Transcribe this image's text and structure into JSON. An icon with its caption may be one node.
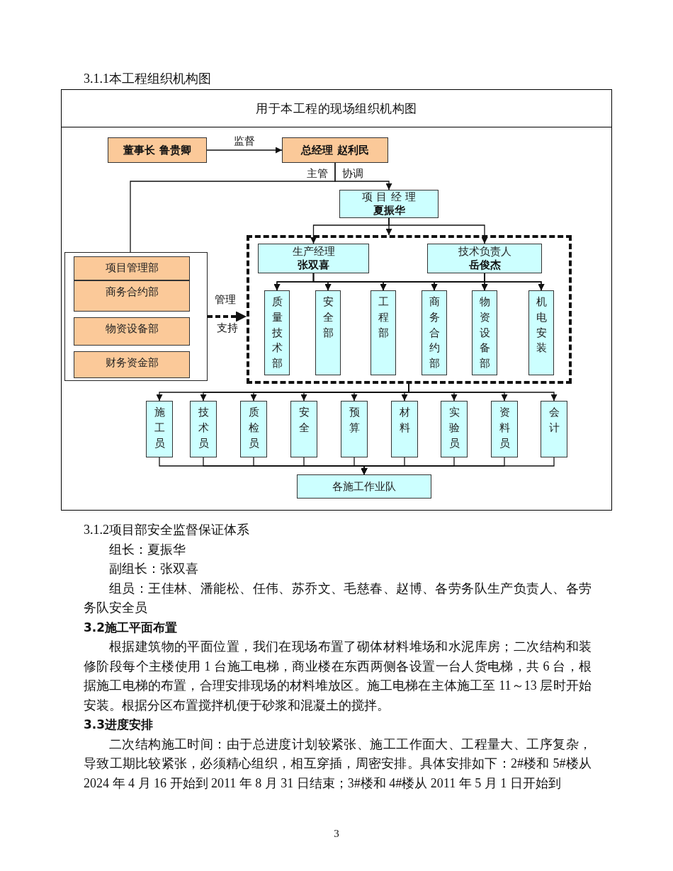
{
  "diagram": {
    "title": "用于本工程的现场组织机构图",
    "nodes": [
      {
        "text": [
          "董事长 鲁贵卿"
        ]
      },
      {
        "text": [
          "总经理 赵利民"
        ]
      },
      {
        "text": [
          "项目经理",
          "夏振华"
        ]
      },
      {
        "text": [],
        "shape": "box"
      },
      {
        "text": [
          "项目管理部"
        ],
        "in": 3
      },
      {
        "text": [
          "商务合约部"
        ],
        "in": 3
      },
      {
        "text": [
          "物资设备部"
        ],
        "in": 3
      },
      {
        "text": [
          "财务资金部"
        ],
        "in": 3
      },
      {
        "text": [],
        "shape": "box"
      },
      {
        "text": [
          "生产经理",
          "张双喜"
        ],
        "in": 8
      },
      {
        "text": [
          "技术负责人",
          "岳俊杰"
        ],
        "in": 8
      },
      {
        "text": [
          "质量技术部"
        ],
        "in": 8
      },
      {
        "text": [
          "安全部"
        ],
        "in": 8
      },
      {
        "text": [
          "工程部"
        ],
        "in": 8
      },
      {
        "text": [
          "商务合约部"
        ],
        "in": 8
      },
      {
        "text": [
          "物资设备部"
        ],
        "in": 8
      },
      {
        "text": [
          "机电安装"
        ],
        "in": 8
      },
      {
        "text": [
          "施工员"
        ]
      },
      {
        "text": [
          "技术员"
        ]
      },
      {
        "text": [
          "质检员"
        ]
      },
      {
        "text": [
          "安全"
        ]
      },
      {
        "text": [
          "预算"
        ]
      },
      {
        "text": [
          "材料"
        ]
      },
      {
        "text": [
          "实验员"
        ]
      },
      {
        "text": [
          "资料员"
        ]
      },
      {
        "text": [
          "会计"
        ]
      },
      {
        "text": [
          "各施工作业队"
        ]
      }
    ],
    "edges": [
      {
        "from": 0,
        "to": 1,
        "arrow": "to",
        "label": "监督"
      },
      {
        "from": 1,
        "to": 3,
        "arrow": "none",
        "label": "主管"
      },
      {
        "from": 1,
        "to": 2,
        "arrow": "to",
        "label": "协调"
      },
      {
        "from": 3,
        "to": 8,
        "arrow": "to",
        "label": "支持",
        "style": "dashed"
      },
      {
        "from": 2,
        "to": 9,
        "arrow": "to"
      },
      {
        "from": 2,
        "to": 10,
        "arrow": "to"
      },
      {
        "from": 2,
        "to": 8,
        "arrow": "to"
      },
      {
        "from": 9,
        "to": 11,
        "arrow": "to"
      },
      {
        "from": 9,
        "to": 12,
        "arrow": "to"
      },
      {
        "from": 9,
        "to": 13,
        "arrow": "to"
      },
      {
        "from": 9,
        "to": 14,
        "arrow": "to"
      },
      {
        "from": 9,
        "to": 15,
        "arrow": "to"
      },
      {
        "from": 9,
        "to": 16,
        "arrow": "to"
      },
      {
        "from": 10,
        "to": 11,
        "arrow": "to"
      },
      {
        "from": 10,
        "to": 12,
        "arrow": "to"
      },
      {
        "from": 10,
        "to": 13,
        "arrow": "to"
      },
      {
        "from": 10,
        "to": 14,
        "arrow": "to"
      },
      {
        "from": 10,
        "to": 15,
        "arrow": "to"
      },
      {
        "from": 10,
        "to": 16,
        "arrow": "to"
      },
      {
        "from": 8,
        "to": 17,
        "arrow": "to"
      },
      {
        "from": 8,
        "to": 18,
        "arrow": "to"
      },
      {
        "from": 8,
        "to": 19,
        "arrow": "to"
      },
      {
        "from": 8,
        "to": 20,
        "arrow": "to"
      },
      {
        "from": 8,
        "to": 21,
        "arrow": "to"
      },
      {
        "from": 8,
        "to": 22,
        "arrow": "to"
      },
      {
        "from": 8,
        "to": 23,
        "arrow": "to"
      },
      {
        "from": 8,
        "to": 24,
        "arrow": "to"
      },
      {
        "from": 8,
        "to": 25,
        "arrow": "to"
      },
      {
        "from": 17,
        "to": 26,
        "arrow": "to"
      },
      {
        "from": 18,
        "to": 26,
        "arrow": "to"
      },
      {
        "from": 19,
        "to": 26,
        "arrow": "to"
      },
      {
        "from": 20,
        "to": 26,
        "arrow": "to"
      },
      {
        "from": 21,
        "to": 26,
        "arrow": "to"
      },
      {
        "from": 22,
        "to": 26,
        "arrow": "to"
      },
      {
        "from": 23,
        "to": 26,
        "arrow": "to"
      },
      {
        "from": 24,
        "to": 26,
        "arrow": "to"
      },
      {
        "from": 25,
        "to": 26,
        "arrow": "to"
      }
    ],
    "labels": [
      "3.1.1本工程组织机构图",
      "管理",
      "3.1.2项目部安全监督保证体系",
      "组长：夏振华",
      "副组长：张双喜",
      "组员：王佳林、潘能松、任伟、苏乔文、毛慈春、赵博、各劳务队生产负责人、各劳务队安全员",
      "3.2施工平面布置",
      "根据建筑物的平面位置，我们在现场布置了砌体材料堆场和水泥库房；二次结构和装修阶段每个主楼使用 1 台施工电梯，商业楼在东西两侧各设置一台人货电梯，共 6 台，根据施工电梯的布置，合理安排现场的材料堆放区。施工电梯在主体施工至 11～13 层时开始安装。根据分区布置搅拌机便于砂浆和混凝土的搅拌。",
      "3.3进度安排",
      "二次结构施工时间：由于总进度计划较紧张、施工工作面大、工程量大、工序复杂，导致工期比较紧张，必须精心组织，相互穿插，周密安排。具体安排如下：2#楼和 5#楼从 2024 年 4 月 16 开始到 2011 年 8 月 31 日结束；3#楼和 4#楼从 2011 年 5 月 1 日开始到",
      "3"
    ]
  }
}
